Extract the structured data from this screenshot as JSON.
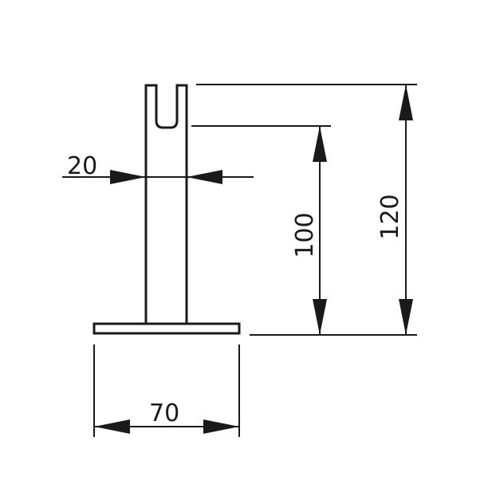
{
  "dimensions": {
    "stem_width": "20",
    "base_width": "70",
    "inner_height": "100",
    "overall_height": "120"
  },
  "colors": {
    "line": "#1a1a1a",
    "background": "#ffffff"
  }
}
